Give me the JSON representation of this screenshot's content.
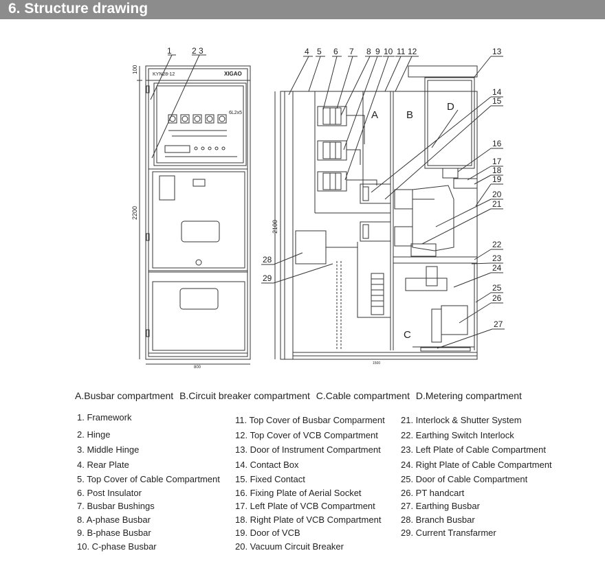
{
  "header": {
    "title": "6. Structure drawing"
  },
  "front_view": {
    "brand": "XIGAO",
    "model": "KYN28-12",
    "panel_note": "6L2x5",
    "dims": {
      "top_height": "100",
      "body_height": "2200",
      "width": "800"
    }
  },
  "side_view": {
    "dims": {
      "height": "2100",
      "depth": "1500"
    },
    "compartments": {
      "A": "A",
      "B": "B",
      "C": "C",
      "D": "D"
    }
  },
  "callouts": [
    "1",
    "2 3",
    "4",
    "5",
    "6",
    "7",
    "8",
    "9",
    "10",
    "11",
    "12",
    "13",
    "14",
    "15",
    "16",
    "17",
    "18",
    "19",
    "20",
    "21",
    "22",
    "23",
    "24",
    "25",
    "26",
    "27",
    "28",
    "29"
  ],
  "captions": [
    "A.Busbar compartment",
    "B.Circuit breaker compartment",
    "C.Cable compartment",
    "D.Metering compartment"
  ],
  "legend": {
    "col1": [
      "1. Framework",
      "2. Hinge",
      "3. Middle Hinge",
      "4. Rear Plate",
      "5. Top Cover of Cable Compartment",
      "6. Post Insulator",
      "7. Busbar Bushings",
      "8. A-phase Busbar",
      "9. B-phase Busbar",
      "10. C-phase Busbar"
    ],
    "col2": [
      "11. Top Cover of Busbar Comparment",
      "12. Top Cover of VCB Compartment",
      "13. Door of Instrument Compartment",
      "14. Contact Box",
      "15. Fixed Contact",
      "16. Fixing Plate of Aerial Socket",
      "17. Left Plate of VCB Compartment",
      "18. Right Plate of VCB Compartment",
      "19. Door of VCB",
      "20. Vacuum Circuit Breaker"
    ],
    "col3": [
      "21. Interlock & Shutter System",
      "22. Earthing Switch Interlock",
      "23. Left Plate of Cable Compartment",
      "24. Right Plate of Cable Compartment",
      "25. Door of Cable Compartment",
      "26. PT handcart",
      "27. Earthing Busbar",
      "28. Branch Busbar",
      "29. Current Transfarmer"
    ]
  }
}
